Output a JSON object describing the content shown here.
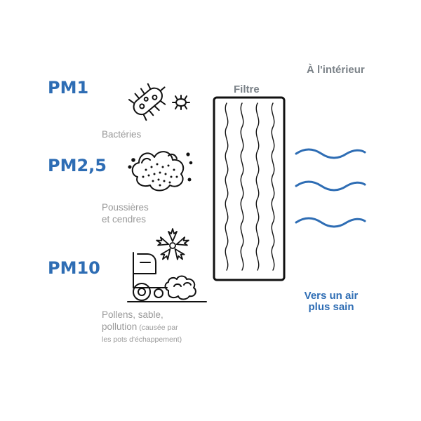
{
  "particles": [
    {
      "label": "PM1",
      "caption": "Bactéries",
      "icon": "bacteria-icon"
    },
    {
      "label": "PM2,5",
      "caption_line1": "Poussières",
      "caption_line2": "et cendres",
      "icon": "dust-cloud-icon"
    },
    {
      "label": "PM10",
      "caption_line1": "Pollens,  sable,",
      "caption_line2_main": "pollution",
      "caption_line2_small": " (causée par",
      "caption_line3": "les pots d'échappement)",
      "icon": "pollen-exhaust-icon"
    }
  ],
  "filter": {
    "label": "Filtre",
    "icon": "filter-icon"
  },
  "outcome": {
    "interior_label": "À l'intérieur",
    "cleaner_line1": "Vers un  air",
    "cleaner_line2": "plus sain",
    "icon": "clean-air-waves-icon"
  },
  "colors": {
    "accent_blue": "#2e6db4",
    "caption_gray": "#9a9a9a",
    "heading_gray": "#7b8288",
    "line_black": "#111111"
  }
}
